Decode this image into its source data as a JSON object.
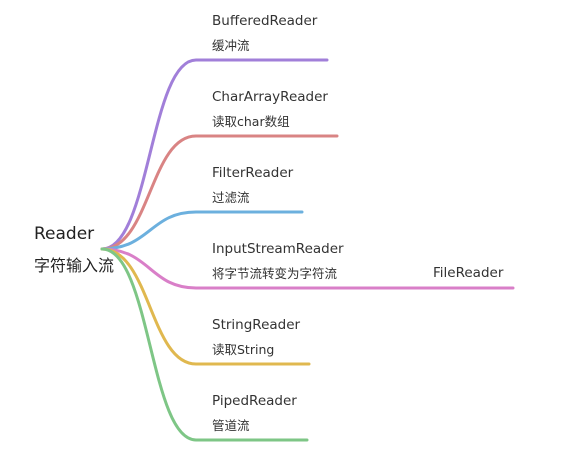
{
  "root": {
    "title": "Reader",
    "subtitle": "字符输入流"
  },
  "branches": [
    {
      "title": "BufferedReader",
      "subtitle": "缓冲流",
      "color": "#a17fd9"
    },
    {
      "title": "CharArrayReader",
      "subtitle": "读取char数组",
      "color": "#d98484"
    },
    {
      "title": "FilterReader",
      "subtitle": "过滤流",
      "color": "#6cb0de"
    },
    {
      "title": "InputStreamReader",
      "subtitle": "将字节流转变为字符流",
      "color": "#d97fc8",
      "child": {
        "title": "FileReader"
      }
    },
    {
      "title": "StringReader",
      "subtitle": "读取String",
      "color": "#e0b84f"
    },
    {
      "title": "PipedReader",
      "subtitle": "管道流",
      "color": "#7ec686"
    }
  ]
}
